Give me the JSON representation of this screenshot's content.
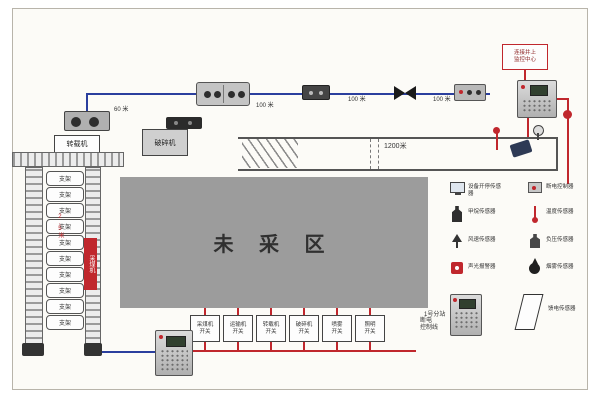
{
  "labels": {
    "unmined_area": "未 采 区",
    "transfer_machine": "转载机",
    "crusher": "破碎机",
    "shearer": "采煤机",
    "support": "支架",
    "face_width": "2.5米",
    "d60": "60 米",
    "d100_1": "100 米",
    "d100_2": "100 米",
    "d100_3": "100 米",
    "d1200": "1200米",
    "surface_link_line1": "连接井上",
    "surface_link_line2": "监控中心",
    "station": "1号分站",
    "cable_note_line1": "断电",
    "cable_note_line2": "控制线"
  },
  "switches": [
    {
      "name": "采煤机",
      "type": "开关"
    },
    {
      "name": "运输机",
      "type": "开关"
    },
    {
      "name": "转载机",
      "type": "开关"
    },
    {
      "name": "破碎机",
      "type": "开关"
    },
    {
      "name": "喷雾",
      "type": "开关"
    },
    {
      "name": "照明",
      "type": "开关"
    }
  ],
  "legend": [
    {
      "icon": "display-sensor-icon",
      "label": "设备开停传感器"
    },
    {
      "icon": "power-cut-controller-icon",
      "label": "断电控制器"
    },
    {
      "icon": "methane-sensor-icon",
      "label": "甲烷传感器"
    },
    {
      "icon": "temperature-sensor-icon",
      "label": "温度传感器"
    },
    {
      "icon": "wind-speed-sensor-icon",
      "label": "风速传感器"
    },
    {
      "icon": "pressure-sensor-icon",
      "label": "负压传感器"
    },
    {
      "icon": "alarm-icon",
      "label": "声光报警器"
    },
    {
      "icon": "smoke-sensor-icon",
      "label": "烟雾传感器"
    },
    {
      "icon": "feeder-sensor-icon",
      "label": "馈电传感器"
    }
  ],
  "colors": {
    "cable_blue": "#2b3f9e",
    "cable_red": "#c0272d",
    "unmined_gray": "#9c9c9c"
  }
}
